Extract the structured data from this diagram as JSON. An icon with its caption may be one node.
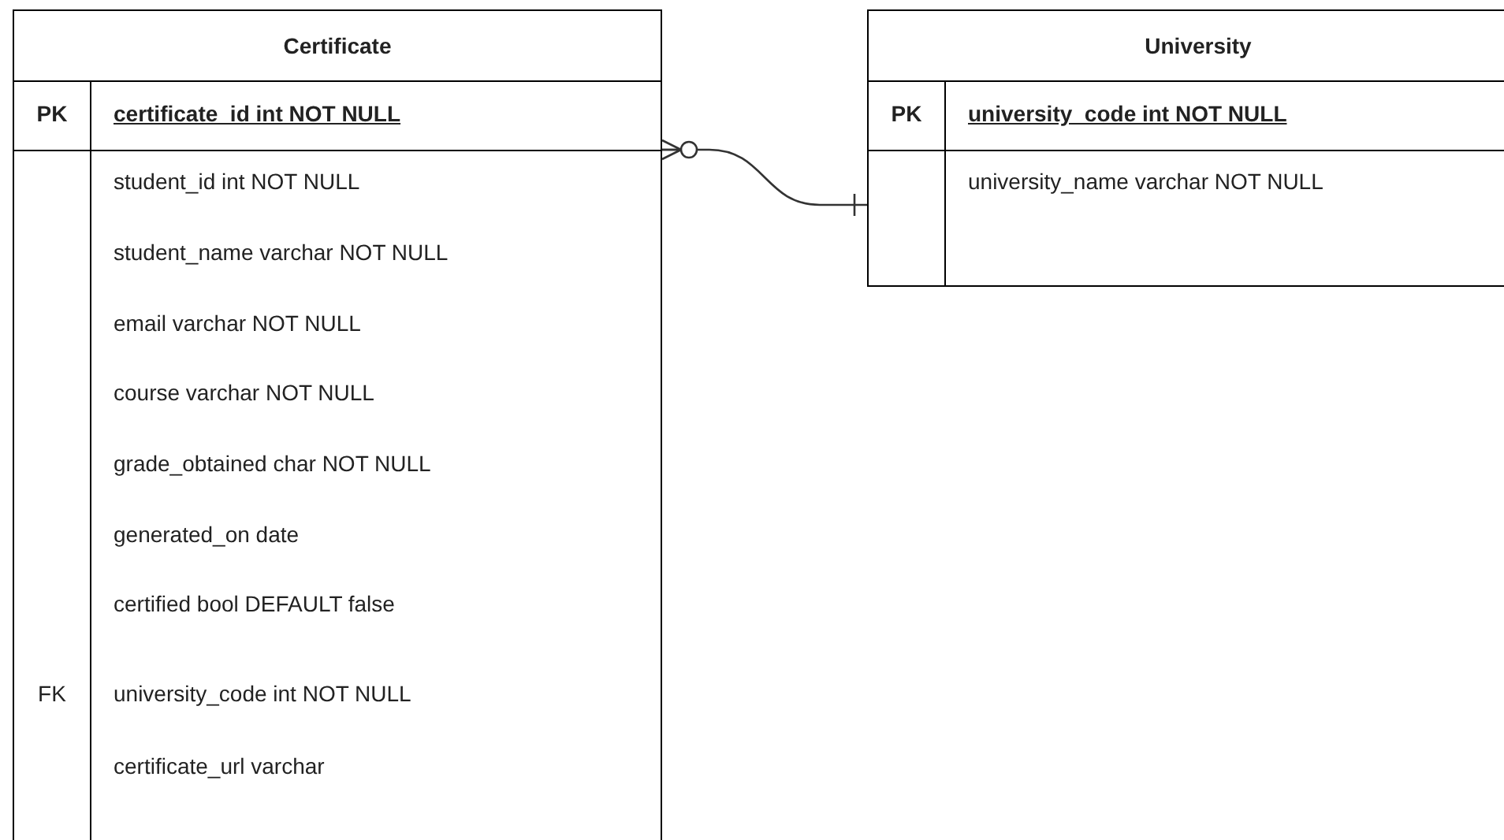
{
  "diagram": {
    "nodes": [
      {
        "text": [
          "Certificate"
        ]
      },
      {
        "text": [
          "PK",
          "certificate_id int NOT NULL"
        ],
        "in": 0
      },
      {
        "text": [
          "student_id int NOT NULL"
        ],
        "in": 0
      },
      {
        "text": [
          "student_name varchar NOT NULL"
        ],
        "in": 0
      },
      {
        "text": [
          "email varchar NOT NULL"
        ],
        "in": 0
      },
      {
        "text": [
          "course varchar NOT NULL"
        ],
        "in": 0
      },
      {
        "text": [
          "grade_obtained char NOT NULL"
        ],
        "in": 0
      },
      {
        "text": [
          "generated_on date"
        ],
        "in": 0
      },
      {
        "text": [
          "certified bool DEFAULT false"
        ],
        "in": 0
      },
      {
        "text": [
          "FK",
          "university_code int NOT NULL"
        ],
        "in": 0
      },
      {
        "text": [
          "certificate_url varchar"
        ],
        "in": 0
      },
      {
        "text": [
          "University"
        ]
      },
      {
        "text": [
          "PK",
          "university_code int NOT NULL"
        ],
        "in": 11
      },
      {
        "text": [
          "university_name varchar NOT NULL"
        ],
        "in": 11
      }
    ],
    "edges": [
      {
        "from": 0,
        "to": 11,
        "arrow": "other"
      }
    ]
  }
}
